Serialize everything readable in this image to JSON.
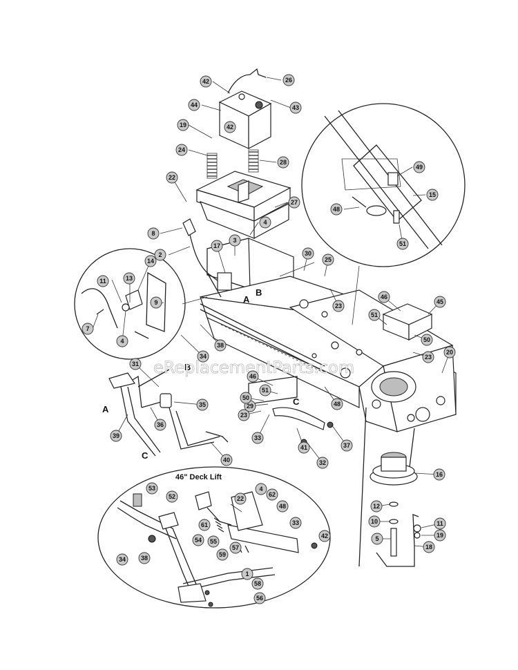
{
  "diagram": {
    "section_title": "46\" Deck Lift",
    "watermark": "eReplacementParts.com",
    "reference_letters": [
      "A",
      "B",
      "C",
      "A",
      "B",
      "C"
    ],
    "callouts": [
      "26",
      "42",
      "43",
      "44",
      "42",
      "19",
      "24",
      "28",
      "22",
      "27",
      "49",
      "15",
      "48",
      "51",
      "8",
      "4",
      "2",
      "3",
      "17",
      "30",
      "25",
      "23",
      "14",
      "11",
      "13",
      "9",
      "7",
      "4",
      "A",
      "B",
      "34",
      "38",
      "46",
      "45",
      "51",
      "50",
      "23",
      "20",
      "31",
      "35",
      "36",
      "39",
      "40",
      "46",
      "51",
      "29",
      "50",
      "23",
      "48",
      "33",
      "37",
      "32",
      "41",
      "16",
      "12",
      "10",
      "5",
      "11",
      "19",
      "18",
      "53",
      "52",
      "22",
      "4",
      "62",
      "48",
      "61",
      "54",
      "55",
      "59",
      "57",
      "33",
      "42",
      "34",
      "38",
      "1",
      "58",
      "56"
    ]
  }
}
